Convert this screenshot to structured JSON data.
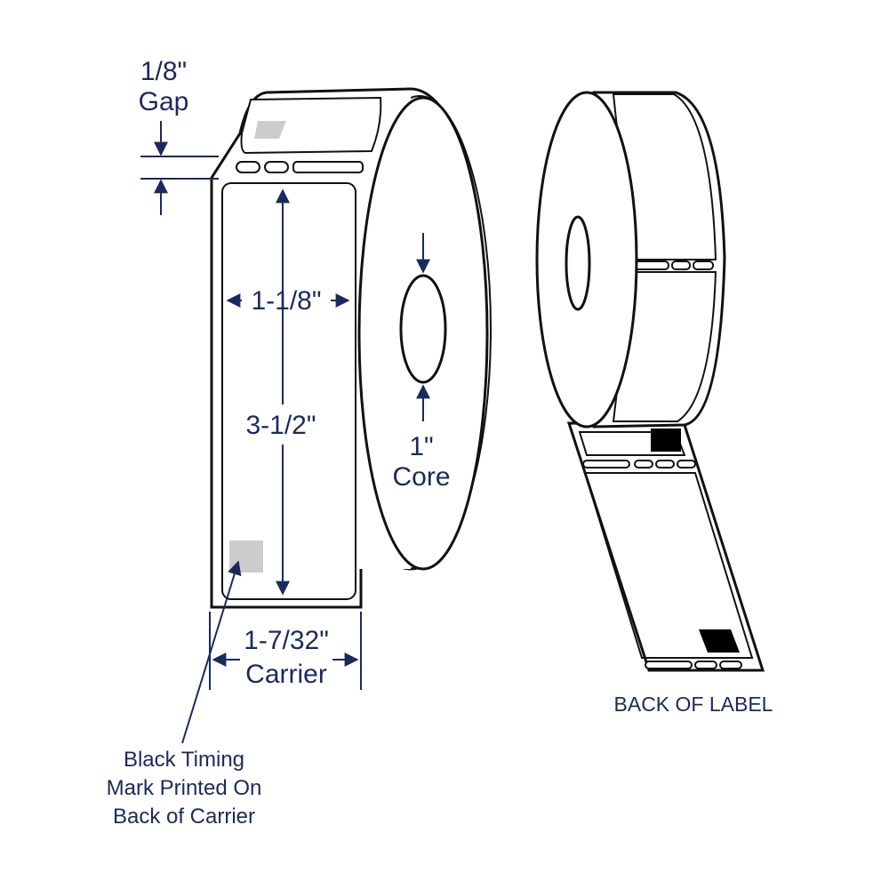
{
  "labels": {
    "gap_value": "1/8\"",
    "gap_word": "Gap",
    "width_value": "1-1/8\"",
    "length_value": "3-1/2\"",
    "core_value": "1\"",
    "core_word": "Core",
    "carrier_value": "1-7/32\"",
    "carrier_word": "Carrier",
    "timing_line1": "Black Timing",
    "timing_line2": "Mark Printed On",
    "timing_line3": "Back of Carrier",
    "back_label": "BACK OF LABEL"
  },
  "colors": {
    "outline": "#111111",
    "dimension": "#1a2a5c",
    "timing_mark": "#000000",
    "timing_mark_ghost": "#cccccc"
  }
}
